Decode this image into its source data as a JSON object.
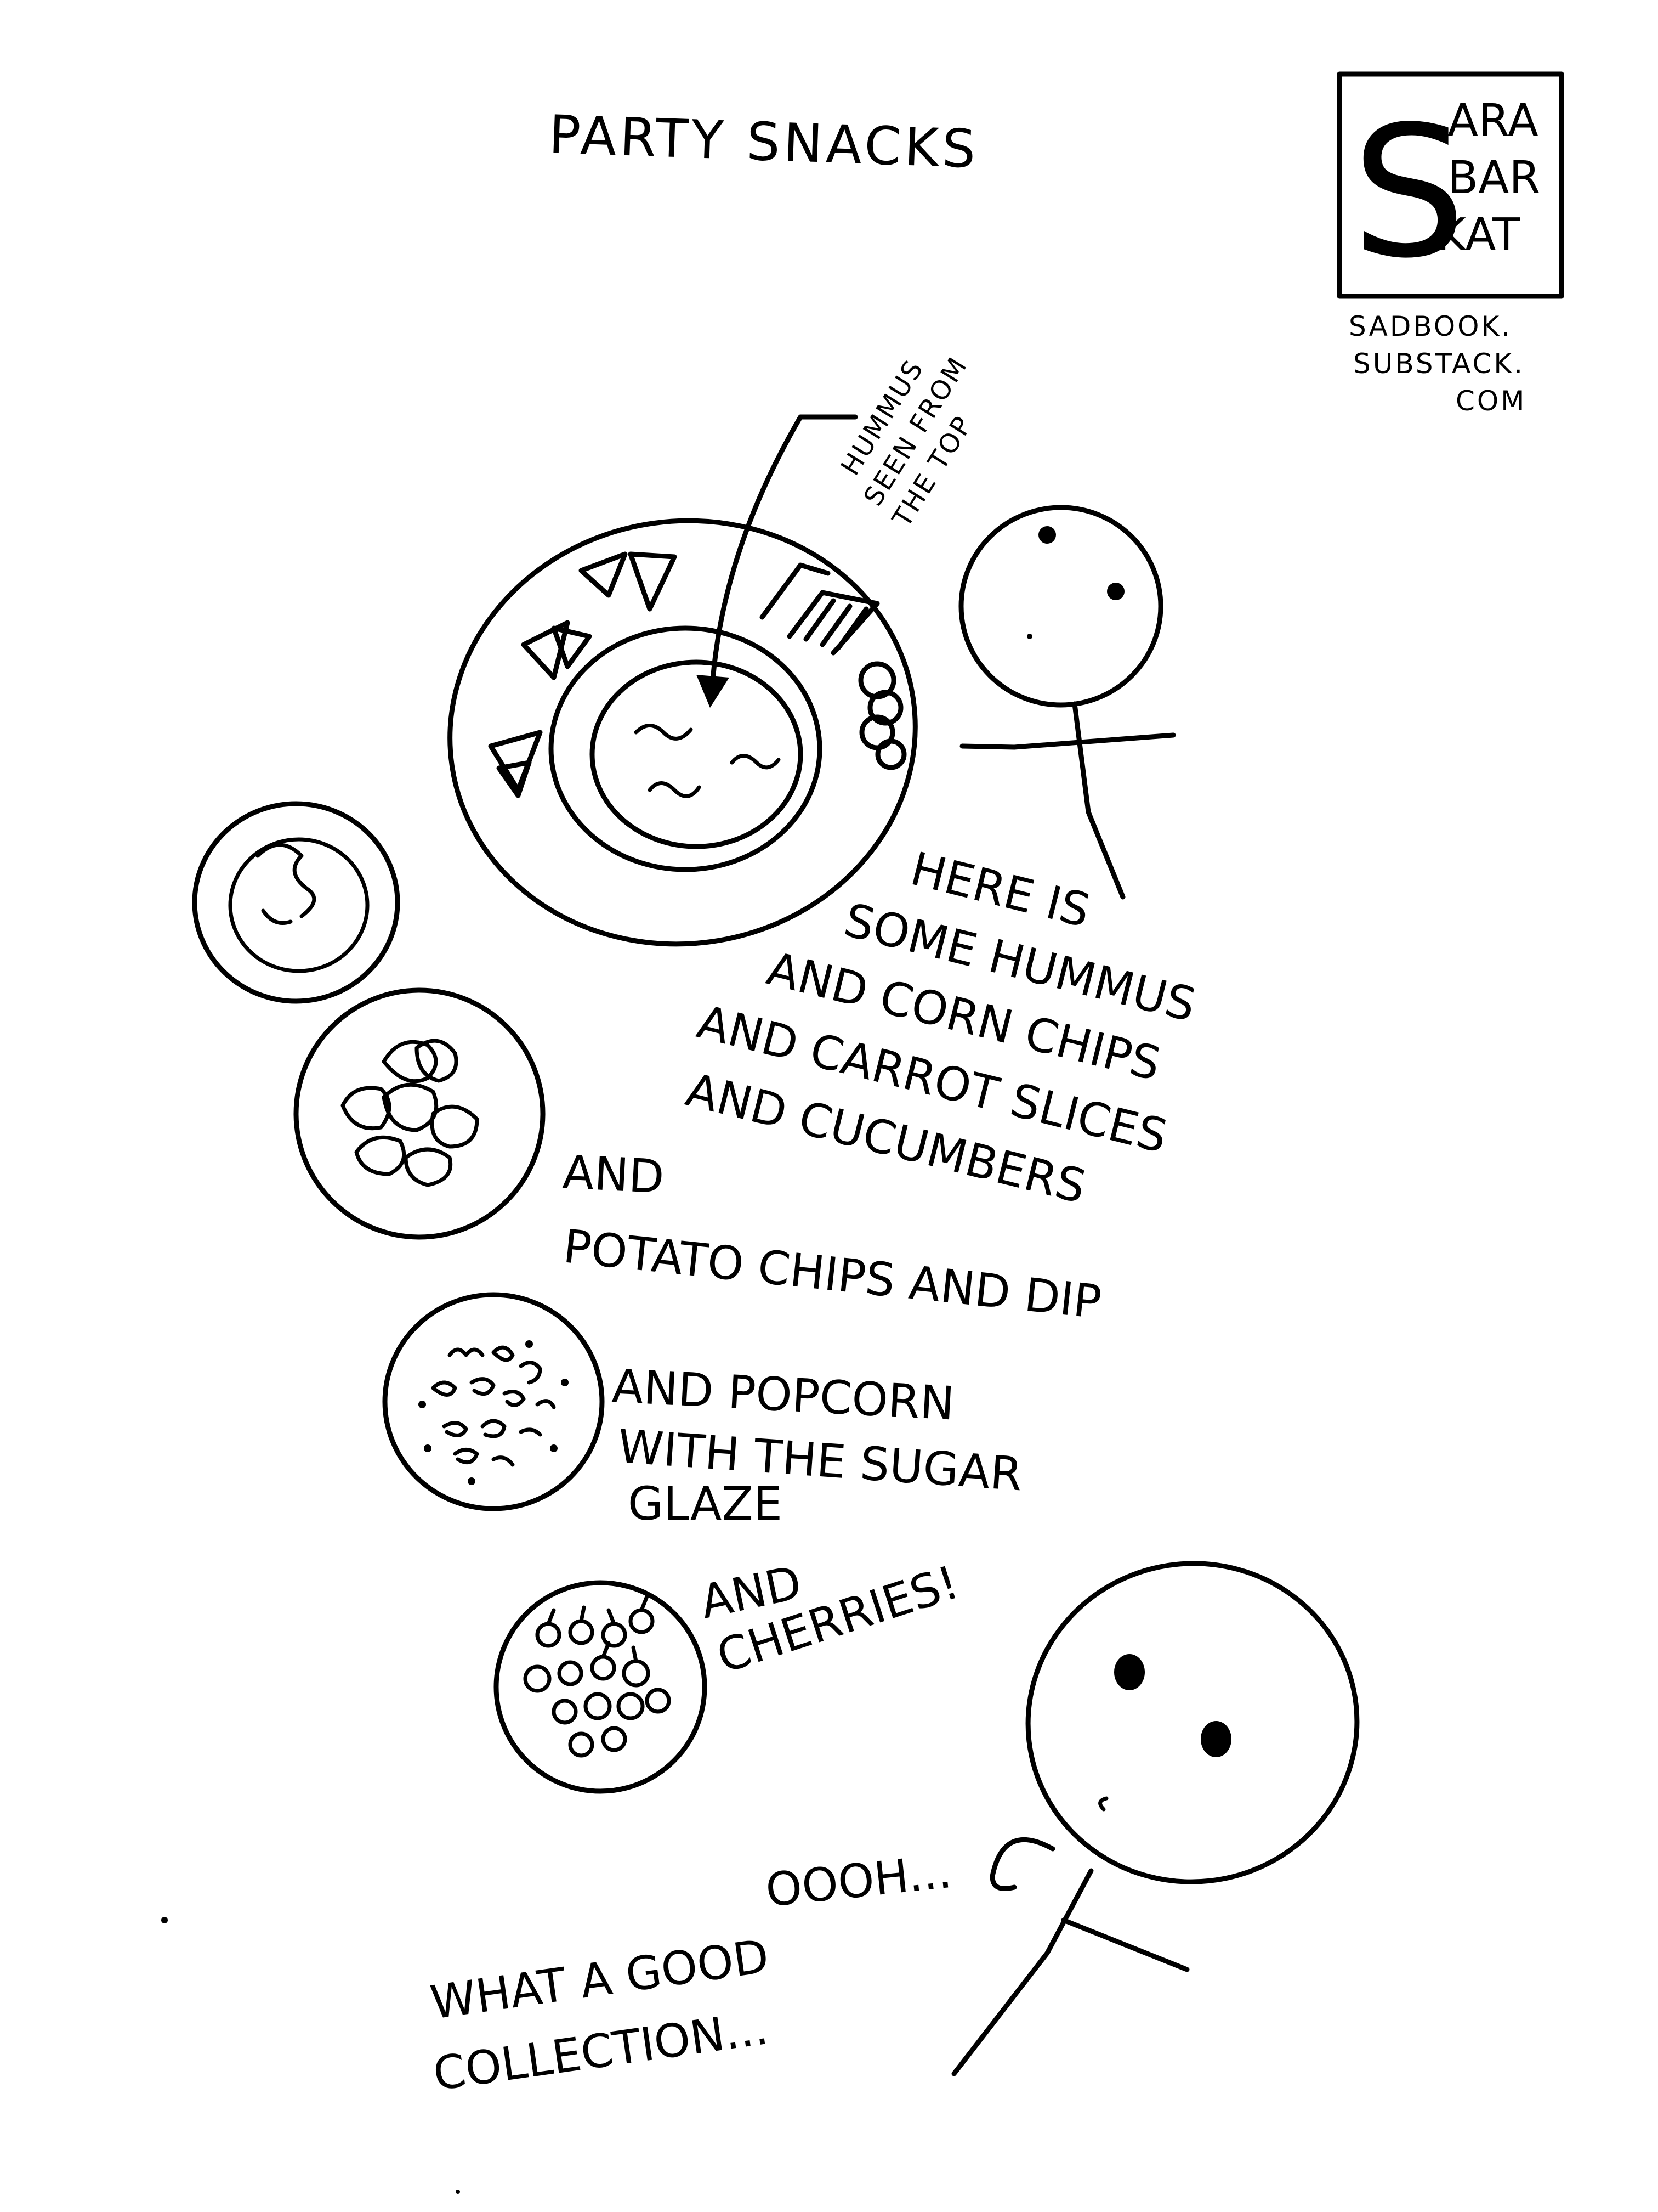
{
  "title": "PARTY SNACKS",
  "logo": {
    "big_letter": "S",
    "lines": [
      "ARA",
      "BAR",
      "KAT"
    ]
  },
  "credit_lines": [
    "SADBOOK.",
    "SUBSTACK.",
    "COM"
  ],
  "hummus_note": [
    "HUMMUS",
    "SEEN FROM",
    "THE TOP"
  ],
  "narration": {
    "plate": [
      "HERE IS",
      "SOME HUMMUS",
      "AND CORN CHIPS",
      "AND CARROT SLICES",
      "AND CUCUMBERS"
    ],
    "chips": [
      "AND",
      "POTATO CHIPS AND DIP"
    ],
    "popcorn": [
      "AND POPCORN",
      "WITH THE SUGAR",
      "GLAZE"
    ],
    "cherries": [
      "AND",
      "CHERRIES!"
    ]
  },
  "speech": {
    "oooh": "OOOH...",
    "collection": [
      "WHAT A GOOD",
      "COLLECTION..."
    ]
  },
  "colors": {
    "ink": "#000000",
    "paper": "#ffffff"
  }
}
